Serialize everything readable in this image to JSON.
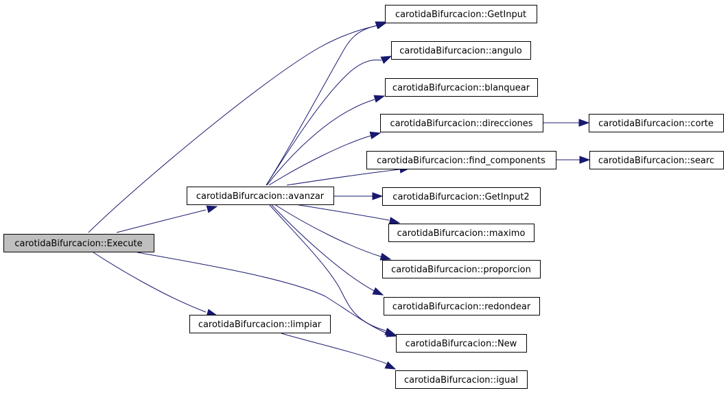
{
  "graph": {
    "colors": {
      "edge": "#191970",
      "node_fill": "#ffffff",
      "root_fill": "#bfbfbf",
      "border": "#000000"
    },
    "nodes": [
      {
        "id": "execute",
        "label": "carotidaBifurcacion::Execute",
        "root": true
      },
      {
        "id": "avanzar",
        "label": "carotidaBifurcacion::avanzar"
      },
      {
        "id": "limpiar",
        "label": "carotidaBifurcacion::limpiar"
      },
      {
        "id": "getinput",
        "label": "carotidaBifurcacion::GetInput"
      },
      {
        "id": "angulo",
        "label": "carotidaBifurcacion::angulo"
      },
      {
        "id": "blanquear",
        "label": "carotidaBifurcacion::blanquear"
      },
      {
        "id": "direcciones",
        "label": "carotidaBifurcacion::direcciones"
      },
      {
        "id": "find_components",
        "label": "carotidaBifurcacion::find_components"
      },
      {
        "id": "getinput2",
        "label": "carotidaBifurcacion::GetInput2"
      },
      {
        "id": "maximo",
        "label": "carotidaBifurcacion::maximo"
      },
      {
        "id": "proporcion",
        "label": "carotidaBifurcacion::proporcion"
      },
      {
        "id": "redondear",
        "label": "carotidaBifurcacion::redondear"
      },
      {
        "id": "new",
        "label": "carotidaBifurcacion::New"
      },
      {
        "id": "igual",
        "label": "carotidaBifurcacion::igual"
      },
      {
        "id": "corte",
        "label": "carotidaBifurcacion::corte"
      },
      {
        "id": "searc",
        "label": "carotidaBifurcacion::searc"
      }
    ],
    "edges": [
      {
        "from": "execute",
        "to": "getinput"
      },
      {
        "from": "execute",
        "to": "avanzar"
      },
      {
        "from": "execute",
        "to": "limpiar"
      },
      {
        "from": "execute",
        "to": "new"
      },
      {
        "from": "avanzar",
        "to": "getinput"
      },
      {
        "from": "avanzar",
        "to": "angulo"
      },
      {
        "from": "avanzar",
        "to": "blanquear"
      },
      {
        "from": "avanzar",
        "to": "direcciones"
      },
      {
        "from": "avanzar",
        "to": "find_components"
      },
      {
        "from": "avanzar",
        "to": "getinput2"
      },
      {
        "from": "avanzar",
        "to": "maximo"
      },
      {
        "from": "avanzar",
        "to": "proporcion"
      },
      {
        "from": "avanzar",
        "to": "redondear"
      },
      {
        "from": "avanzar",
        "to": "new"
      },
      {
        "from": "limpiar",
        "to": "igual"
      },
      {
        "from": "direcciones",
        "to": "corte"
      },
      {
        "from": "find_components",
        "to": "searc"
      }
    ]
  }
}
